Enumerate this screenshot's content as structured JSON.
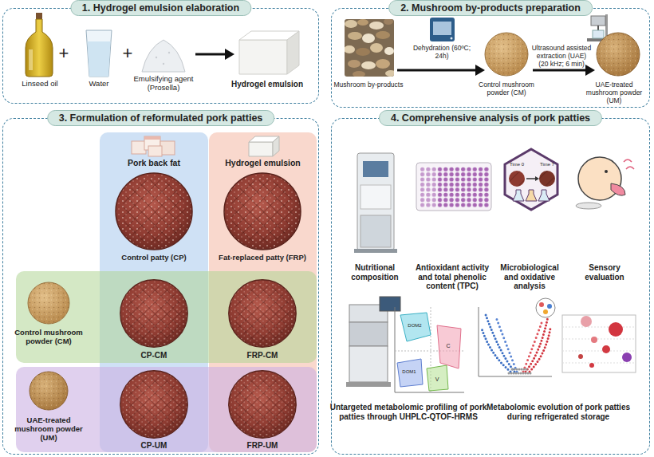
{
  "diagram": {
    "nodes": [
      {
        "text": [
          "1. Hydrogel emulsion elaboration"
        ]
      },
      {
        "text": [
          "2. Mushroom by-products preparation"
        ]
      },
      {
        "text": [
          "3. Formulation of reformulated pork patties"
        ]
      },
      {
        "text": [
          "Pork back fat"
        ],
        "in": 2
      },
      {
        "text": [
          "Hydrogel emulsion"
        ],
        "in": 2
      },
      {
        "text": [
          "Control mushroom powder (CM)"
        ],
        "in": 2
      },
      {
        "text": [
          "UAE-treated mushroom powder (UM)"
        ],
        "in": 2
      },
      {
        "text": [
          "4. Comprehensive analysis of pork patties"
        ]
      }
    ],
    "labels": [
      "Linseed oil",
      "+",
      "Water",
      "+",
      "Emulsifying agent (Prosella)",
      "Hydrogel emulsion",
      "Mushroom by-products",
      "Dehydration (60ºC; 24h)",
      "Control mushroom powder (CM)",
      "Ultrasound assisted extraction (UAE) (20 kHz; 6 min)",
      "UAE-treated mushroom powder (UM)",
      "Control patty (CP)",
      "Fat-replaced patty (FRP)",
      "CP-CM",
      "FRP-CM",
      "CP-UM",
      "FRP-UM",
      "Nutritional composition",
      "Antioxidant activity and total phenolic content (TPC)",
      "Microbiological and oxidative analysis",
      "Sensory evaluation",
      "Untargeted metabolomic profiling of pork patties through UHPLC-QTOF-HRMS",
      "Metabolomic evolution of pork patties during refrigerated storage",
      "Time 0",
      "Time 7",
      "DOM2",
      "C",
      "DOM1",
      "V"
    ]
  }
}
